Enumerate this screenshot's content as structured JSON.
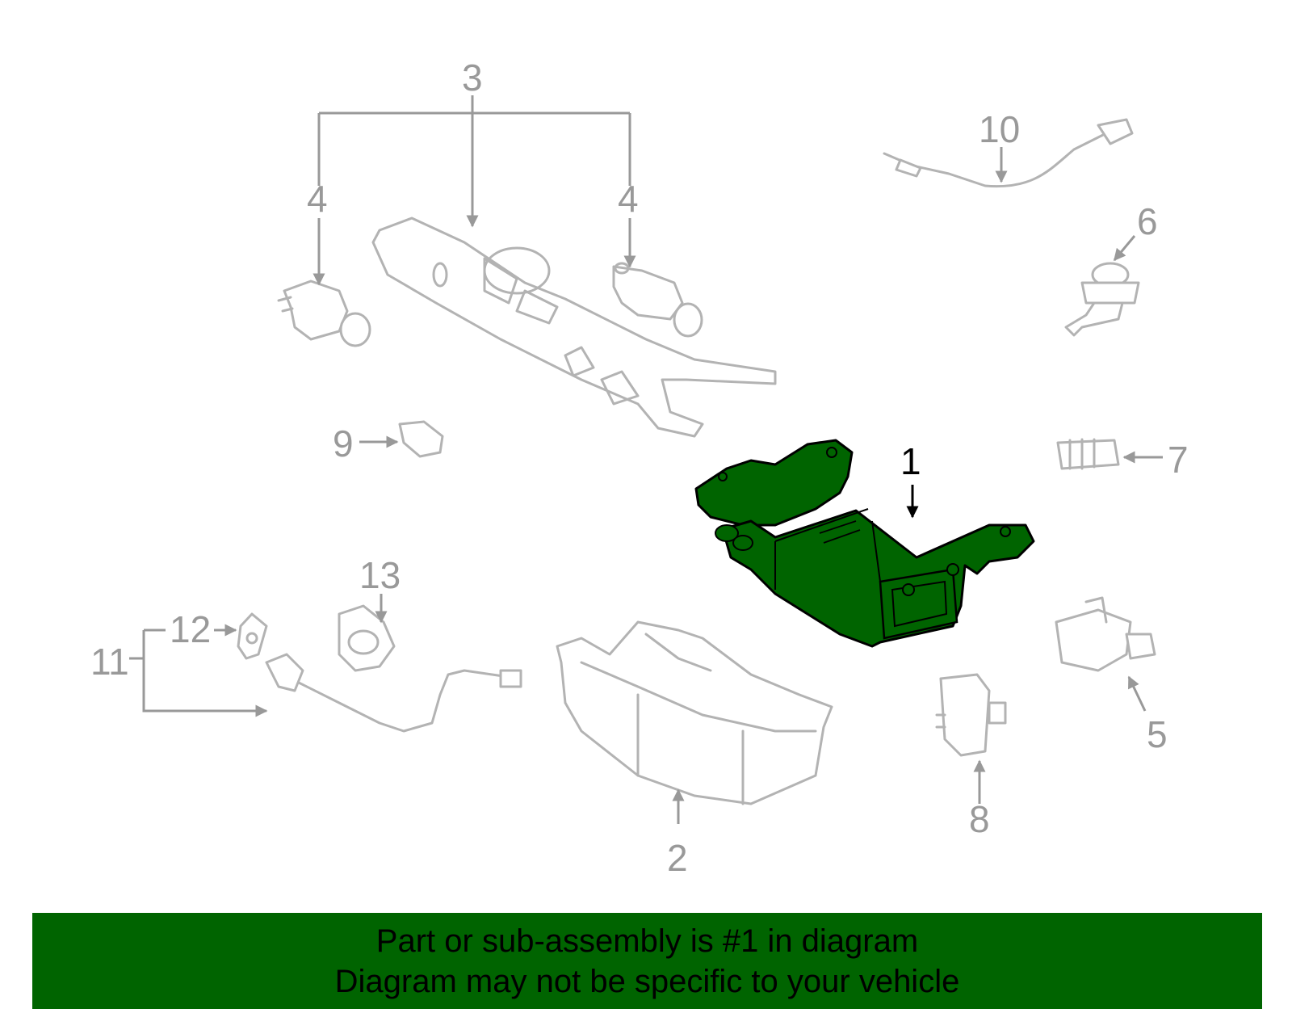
{
  "callouts": {
    "c1": "1",
    "c2": "2",
    "c3": "3",
    "c4a": "4",
    "c4b": "4",
    "c5": "5",
    "c6": "6",
    "c7": "7",
    "c8": "8",
    "c9": "9",
    "c10": "10",
    "c11": "11",
    "c12": "12",
    "c13": "13"
  },
  "colors": {
    "highlight": "#006400",
    "part_outline": "#b3b3b3",
    "callout_text": "#999999",
    "banner_bg": "#006400"
  },
  "banner": {
    "line1": "Part or sub-assembly is #1 in diagram",
    "line2": "Diagram may not be specific to your vehicle"
  }
}
